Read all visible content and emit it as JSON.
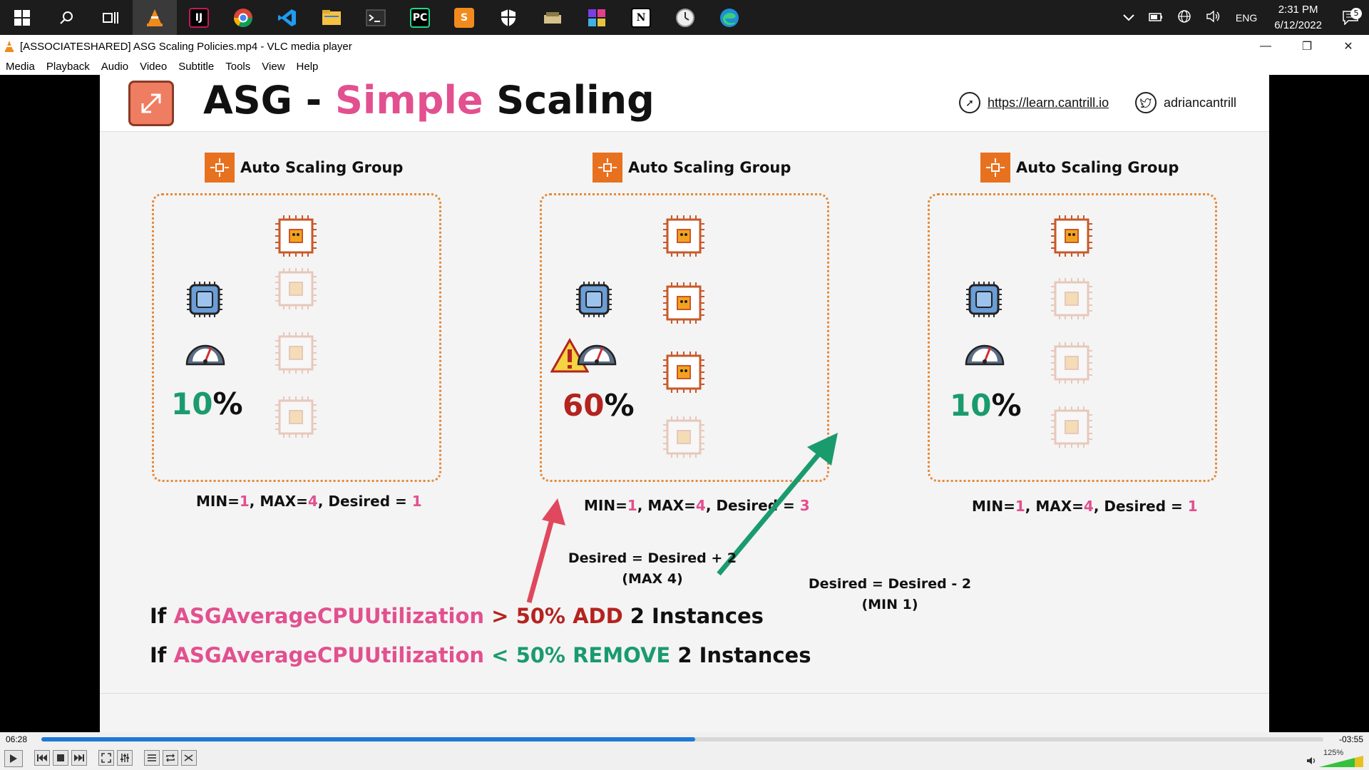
{
  "taskbar": {
    "apps": [
      {
        "name": "start-icon",
        "label": ""
      },
      {
        "name": "search-icon",
        "label": ""
      },
      {
        "name": "task-view-icon",
        "label": ""
      },
      {
        "name": "vlc-taskbar-icon",
        "label": ""
      },
      {
        "name": "intellij-icon",
        "label": "IJ"
      },
      {
        "name": "chrome-icon",
        "label": ""
      },
      {
        "name": "vscode-icon",
        "label": ""
      },
      {
        "name": "file-explorer-icon",
        "label": ""
      },
      {
        "name": "terminal-icon",
        "label": ""
      },
      {
        "name": "pycharm-icon",
        "label": "PC"
      },
      {
        "name": "sublime-icon",
        "label": "S"
      },
      {
        "name": "security-icon",
        "label": ""
      },
      {
        "name": "app-icon",
        "label": ""
      },
      {
        "name": "app-icon-2",
        "label": ""
      },
      {
        "name": "notion-icon",
        "label": "N"
      },
      {
        "name": "clock-app-icon",
        "label": ""
      },
      {
        "name": "edge-icon",
        "label": ""
      }
    ],
    "language": "ENG",
    "time": "2:31 PM",
    "date": "6/12/2022",
    "notifications": "5"
  },
  "window": {
    "title": "[ASSOCIATESHARED] ASG Scaling Policies.mp4 - VLC media player",
    "menu": [
      "Media",
      "Playback",
      "Audio",
      "Video",
      "Subtitle",
      "Tools",
      "View",
      "Help"
    ]
  },
  "slide": {
    "title_part1": "ASG - ",
    "title_part2": "Simple",
    "title_part3": " Scaling",
    "website": "https://learn.cantrill.io",
    "twitter": "adriancantrill",
    "panel_title": "Auto Scaling Group",
    "panels": [
      {
        "pct_num": "10",
        "pct_sym": "%",
        "min": "1",
        "max": "4",
        "desired": "1"
      },
      {
        "pct_num": "60",
        "pct_sym": "%",
        "min": "1",
        "max": "4",
        "desired": "3"
      },
      {
        "pct_num": "10",
        "pct_sym": "%",
        "min": "1",
        "max": "4",
        "desired": "1"
      }
    ],
    "caption_min": "MIN=",
    "caption_max": ", MAX=",
    "caption_desired": ", Desired = ",
    "eq_add_line1": "Desired = Desired + 2",
    "eq_add_line2": "(MAX 4)",
    "eq_remove_line1": "Desired = Desired - 2",
    "eq_remove_line2": "(MIN 1)",
    "rule1": {
      "if": "If ",
      "metric": "ASGAverageCPUUtilization",
      "op": " > 50% ADD",
      "rest": " 2 Instances"
    },
    "rule2": {
      "if": "If ",
      "metric": "ASGAverageCPUUtilization",
      "op": " < 50% REMOVE",
      "rest": " 2 Instances"
    }
  },
  "player": {
    "elapsed": "06:28",
    "remaining": "-03:55",
    "progress": 0.51,
    "volume": "125%"
  },
  "colors": {
    "pink": "#e2508f",
    "green": "#1a9b6e",
    "red": "#b4231f",
    "orange": "#e8711f"
  }
}
